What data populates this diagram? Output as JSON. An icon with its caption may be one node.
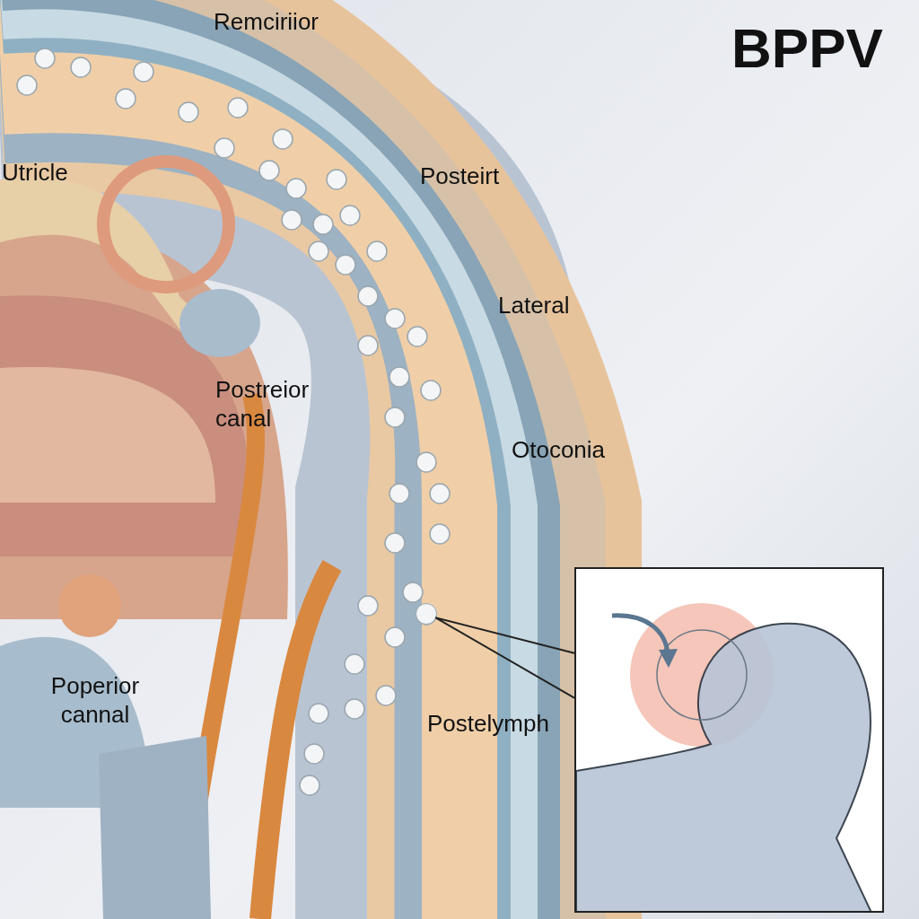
{
  "diagram": {
    "title": "BPPV",
    "nodes": [
      {
        "text": [],
        "shape": "picture"
      },
      {
        "text": [],
        "shape": "circle"
      }
    ],
    "edges": [
      {
        "from": 0,
        "to": 1,
        "arrow": "none"
      }
    ],
    "labels": [
      "Remciriior",
      "Utricle",
      "Posteirt",
      "Lateral",
      "Postreior canal",
      "Otoconia",
      "Poperior cannal",
      "Postelymph"
    ]
  }
}
